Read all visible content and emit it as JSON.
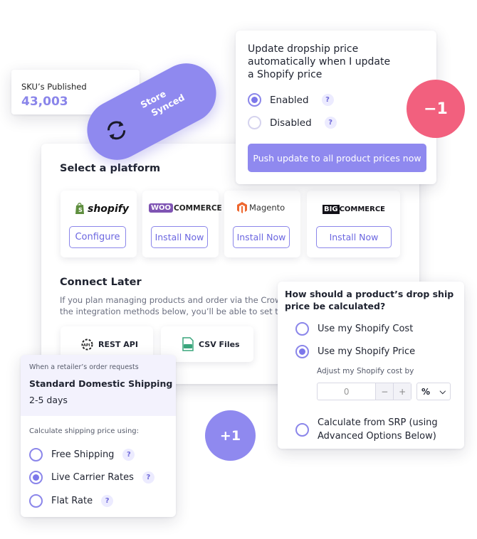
{
  "sku": {
    "label": "SKU’s Published",
    "value": "43,003"
  },
  "sync": {
    "line1": "Store",
    "line2": "Synced"
  },
  "platform": {
    "title": "Select a platform",
    "cards": [
      {
        "logo": "shopify",
        "button": "Configure"
      },
      {
        "logo": "COMMERCE",
        "logo_prefix": "WOO",
        "button": "Install Now"
      },
      {
        "logo": "Magento",
        "button": "Install Now"
      },
      {
        "logo": "COMMERCE",
        "logo_prefix": "BIG",
        "button": "Install Now"
      }
    ],
    "connect_title": "Connect Later",
    "connect_line1": "If you plan managing products and order via the Crow",
    "connect_line2": "the integration methods below, you’ll be able to set th",
    "methods": [
      {
        "label": "REST API",
        "icon_text": "REST API"
      },
      {
        "label": "CSV Files",
        "icon_text": "CSV"
      }
    ]
  },
  "update_panel": {
    "title_line1": "Update dropship price",
    "title_line2": "automatically when I update",
    "title_line3": "a Shopify price",
    "options": [
      {
        "label": "Enabled",
        "selected": true,
        "help": "?"
      },
      {
        "label": "Disabled",
        "selected": false,
        "help": "?"
      }
    ],
    "button": "Push update to all product prices now"
  },
  "badges": {
    "minus": "−1",
    "plus": "+1"
  },
  "calc_panel": {
    "title_line1": "How should a product’s drop ship",
    "title_line2": "price be calculated?",
    "opt_cost": "Use my Shopify Cost",
    "opt_price": "Use my Shopify Price",
    "adjust_label": "Adjust my Shopify cost by",
    "adjust_value": "0",
    "minus": "−",
    "plus": "+",
    "unit": "%",
    "opt_srp_line1": "Calculate from SRP (using",
    "opt_srp_line2": "Advanced Options Below)",
    "selected": "Use my Shopify Price"
  },
  "shipping": {
    "header_small": "When a retailer’s order requests",
    "method": "Standard Domestic Shipping",
    "days": "2-5 days",
    "calc_label": "Calculate shipping price using:",
    "options": [
      {
        "label": "Free Shipping",
        "selected": false
      },
      {
        "label": "Live Carrier Rates",
        "selected": true
      },
      {
        "label": "Flat Rate",
        "selected": false
      }
    ],
    "help": "?"
  },
  "colors": {
    "accent": "#8a85ea",
    "minus_badge": "#f2607e",
    "plus_badge": "#8a85ea"
  }
}
